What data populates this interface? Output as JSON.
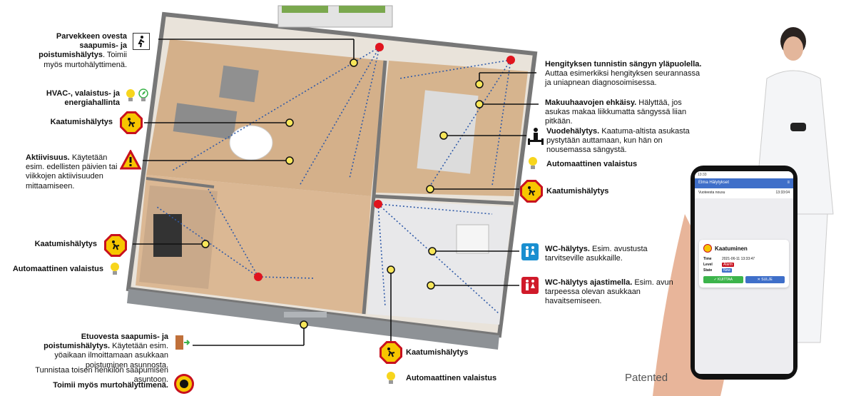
{
  "labels": {
    "balcony_title": "Parvekkeen ovesta saapumis- ja poistumishälytys",
    "balcony_text": "Toimii myös murtohälyttimenä.",
    "hvac": "HVAC-, valaistus- ja energiahallinta",
    "fall": "Kaatumishälytys",
    "activity_title": "Aktiivisuus.",
    "activity_text": "Käytetään esim. edellisten päivien tai viikkojen aktiivisuuden mittaamiseen.",
    "auto_light": "Automaattinen valaistus",
    "front_title": "Etuovesta saapumis- ja poistumishälytys.",
    "front_text": "Käytetään esim. yöaikaan ilmoittamaan asukkaan poistuminen asunnosta.",
    "second_person": "Tunnistaa toisen henkilön saapumisen asuntoon.",
    "burglar": "Toimii myös murtohälyttimenä.",
    "breath_title": "Hengityksen tunnistin sängyn yläpuolella.",
    "breath_text": "Auttaa esimerkiksi hengityksen seurannassa ja uniapnean diagnosoimisessa.",
    "bedsore_title": "Makuuhaavojen ehkäisy.",
    "bedsore_text": "Hälyttää, jos asukas makaa liikkumatta sängyssä liian pitkään.",
    "bed_title": "Vuodehälytys.",
    "bed_text": "Kaatuma-altista asukasta pystytään auttamaan, kun hän on nousemassa sängystä.",
    "wc_title": "WC-hälytys.",
    "wc_text": "Esim. avustusta tarvitseville asukkaille.",
    "wc_timer_title": "WC-hälytys ajastimella.",
    "wc_timer_text": "Esim. avun tarpeessa olevan asukkaan havaitsemiseen.",
    "patented": "Patented"
  },
  "phone": {
    "clock": "13:33",
    "app_title": "Elma Hälytykset",
    "notice": "Vuoteesta nousu",
    "notice_time": "13:33:04",
    "card_title": "Kaatuminen",
    "time_key": "Time",
    "time_val": "2021-06-11 13:33:47",
    "level_key": "Level",
    "level_val": "Alarm",
    "state_key": "State",
    "state_val": "New",
    "ack": "✓ KUITTAA",
    "close": "✕ SULJE"
  },
  "colors": {
    "accent": "#3f6fc9",
    "alarm": "#c8101e",
    "warn": "#f7c600",
    "ok": "#3cb44b"
  }
}
